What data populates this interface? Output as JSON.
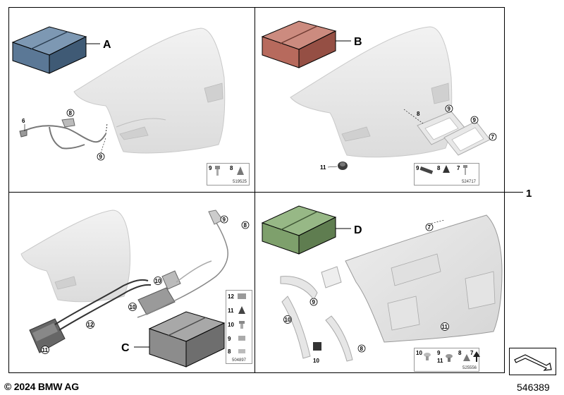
{
  "footer": {
    "copyright": "© 2024 BMW AG",
    "diagram_number": "546389"
  },
  "main_ref": "1",
  "panels": {
    "a": {
      "kit_letter": "A",
      "kit_color": "#5b7896",
      "callouts": {
        "c6": "6",
        "c8": "8",
        "c9": "9"
      },
      "legend": {
        "items": [
          "9",
          "8"
        ],
        "number": "519525"
      }
    },
    "b": {
      "kit_letter": "B",
      "kit_color": "#b76a5d",
      "callouts": {
        "c8": "8",
        "c9a": "9",
        "c9b": "9",
        "c7": "7",
        "c11": "11"
      },
      "legend": {
        "items": [
          "9",
          "8",
          "7"
        ],
        "number": "524717"
      }
    },
    "c": {
      "kit_letter": "C",
      "kit_color": "#8c8c8c",
      "callouts": {
        "c9": "9",
        "c8": "8",
        "c10a": "10",
        "c10b": "10",
        "c12": "12",
        "c11": "11"
      },
      "legend": {
        "items": [
          "12",
          "11",
          "10",
          "9",
          "8"
        ],
        "number": "504897"
      }
    },
    "d": {
      "kit_letter": "D",
      "kit_color": "#7ea06c",
      "callouts": {
        "c7": "7",
        "c9": "9",
        "c10a": "10",
        "c10b": "10",
        "c11": "11",
        "c8": "8"
      },
      "legend": {
        "items": [
          "10",
          "9",
          "11",
          "8",
          "7"
        ],
        "number": "525556"
      }
    }
  }
}
